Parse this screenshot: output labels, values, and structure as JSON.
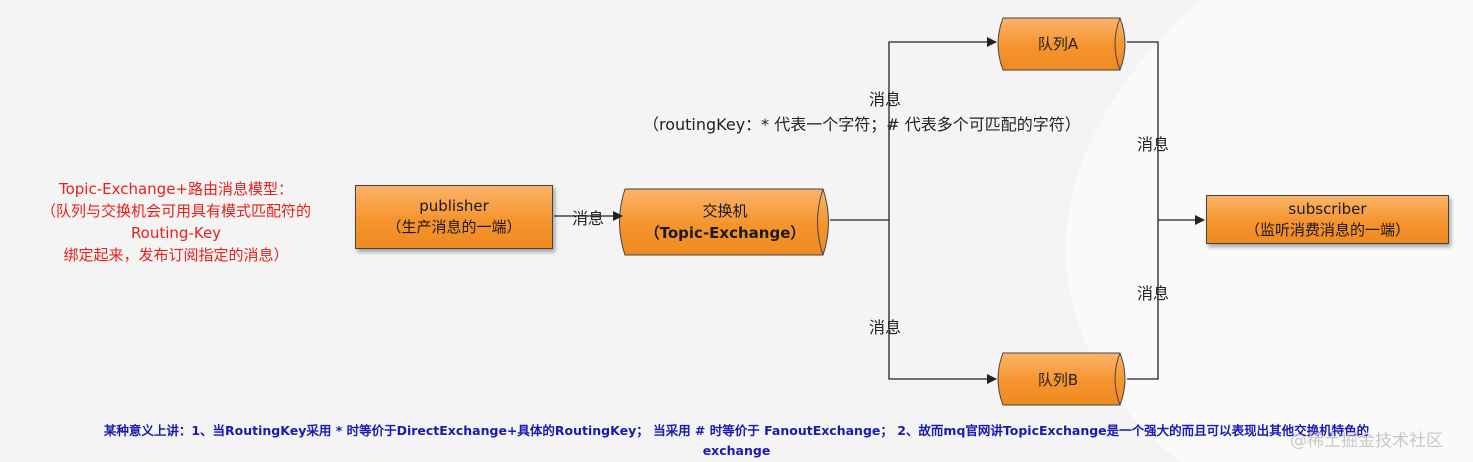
{
  "nodes": {
    "publisher": {
      "line1": "publisher",
      "line2": "（生产消息的一端）"
    },
    "exchange": {
      "line1": "交换机",
      "line2": "（Topic-Exchange）"
    },
    "queue_a": {
      "label": "队列A"
    },
    "queue_b": {
      "label": "队列B"
    },
    "subscriber": {
      "line1": "subscriber",
      "line2": "（监听消费消息的一端）"
    }
  },
  "edges": {
    "publisher_to_exchange": "消息",
    "exchange_to_queue_a": "消息",
    "exchange_to_queue_b": "消息",
    "queue_a_to_subscriber": "消息",
    "queue_b_to_subscriber": "消息",
    "routing_note": "（routingKey：* 代表一个字符；# 代表多个可匹配的字符）"
  },
  "annotation": {
    "line1": "Topic-Exchange+路由消息模型：",
    "line2": "（队列与交换机会可用具有模式匹配符的",
    "line3": "Routing-Key",
    "line4": "绑定起来，发布订阅指定的消息）"
  },
  "footer": {
    "line1": "某种意义上讲：1、当RoutingKey采用 * 时等价于DirectExchange+具体的RoutingKey； 当采用 # 时等价于 FanoutExchange； 2、故而mq官网讲TopicExchange是一个强大的而且可以表现出其他交换机特色的",
    "line2": "exchange"
  },
  "watermark": "@稀土掘金技术社区",
  "colors": {
    "node_fill": "#f5942e",
    "annotation": "#e8201a",
    "footer": "#1a1ab0",
    "line": "#222222"
  }
}
